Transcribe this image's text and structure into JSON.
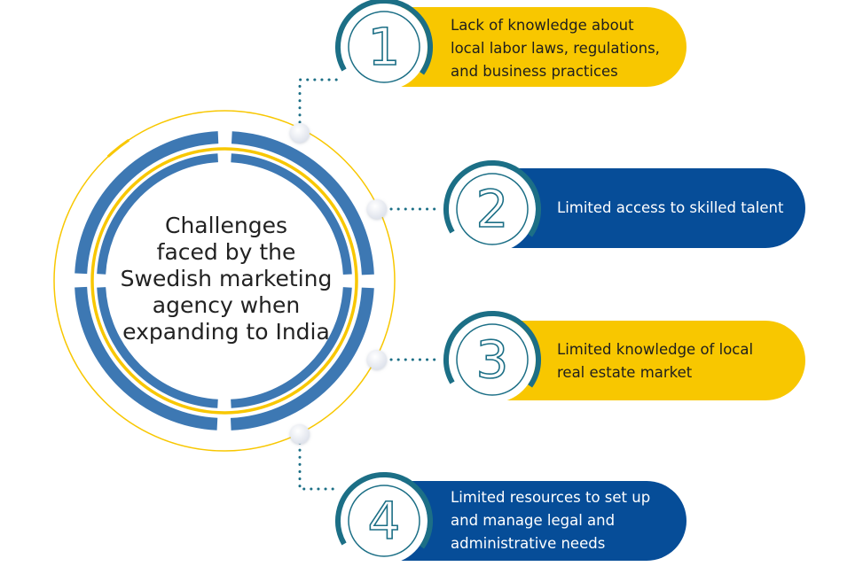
{
  "diagram": {
    "center_title_lines": [
      "Challenges",
      "faced by the",
      "Swedish marketing",
      "agency when",
      "expanding to India"
    ],
    "items": [
      {
        "number": "1",
        "lines": [
          "Lack of knowledge about",
          "local labor laws, regulations,",
          "and business practices"
        ]
      },
      {
        "number": "2",
        "lines": [
          "Limited access to skilled talent"
        ]
      },
      {
        "number": "3",
        "lines": [
          "Limited knowledge of local",
          "real estate market"
        ]
      },
      {
        "number": "4",
        "lines": [
          "Limited resources to set up",
          "and manage legal and",
          "administrative needs"
        ]
      }
    ]
  },
  "colors": {
    "yellow": "#f8c700",
    "blue": "#064d98",
    "ring_blue": "#3d78b3",
    "teal": "#1c6f86",
    "number_outline": "#1c6f86",
    "text_dark": "#222222",
    "text_on_yellow": "#1e1e1e",
    "text_on_blue": "#ffffff"
  }
}
